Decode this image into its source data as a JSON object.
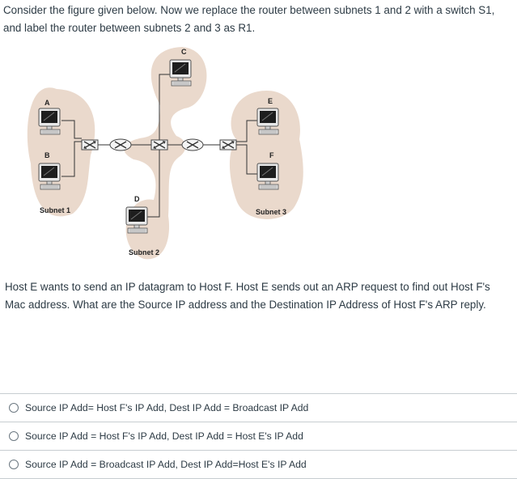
{
  "intro_text": "Consider the figure given below. Now we replace the router between subnets 1 and 2 with a switch S1, and label the router between subnets 2 and 3 as R1.",
  "figure": {
    "host_labels": {
      "a": "A",
      "b": "B",
      "c": "C",
      "d": "D",
      "e": "E",
      "f": "F"
    },
    "subnet_labels": {
      "s1": "Subnet 1",
      "s2": "Subnet 2",
      "s3": "Subnet 3"
    }
  },
  "question_text": "Host E wants to send an IP datagram to Host F.  Host E sends out an ARP request to find out Host F's Mac address.   What are the Source IP address and the Destination IP Address of Host F's ARP reply.",
  "options": [
    {
      "label": "Source IP Add= Host F's IP Add, Dest IP Add = Broadcast IP Add"
    },
    {
      "label": "Source IP Add = Host F's IP Add, Dest IP Add = Host E's IP Add"
    },
    {
      "label": "Source IP Add = Broadcast IP Add, Dest IP Add=Host E's IP Add"
    }
  ]
}
